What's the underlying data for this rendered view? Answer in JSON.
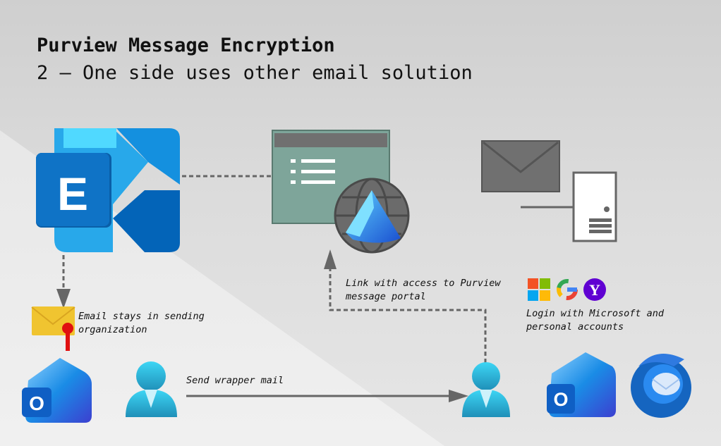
{
  "title": {
    "line1": "Purview Message Encryption",
    "line2": "2 – One side uses other email solution"
  },
  "labels": {
    "email_stays_1": "Email stays in sending",
    "email_stays_2": "organization",
    "send_wrapper": "Send wrapper mail",
    "link_access_1": "Link with access to Purview",
    "link_access_2": "message portal",
    "login_1": "Login with Microsoft and",
    "login_2": "personal accounts"
  },
  "icons": [
    "exchange-icon",
    "purview-portal-icon",
    "mail-server-icon",
    "encrypted-mail-icon",
    "outlook-icon",
    "user-icon",
    "microsoft-icon",
    "google-icon",
    "yahoo-icon",
    "thunderbird-icon"
  ],
  "colors": {
    "arrow": "#666666",
    "accent": "#0f6cbd"
  }
}
